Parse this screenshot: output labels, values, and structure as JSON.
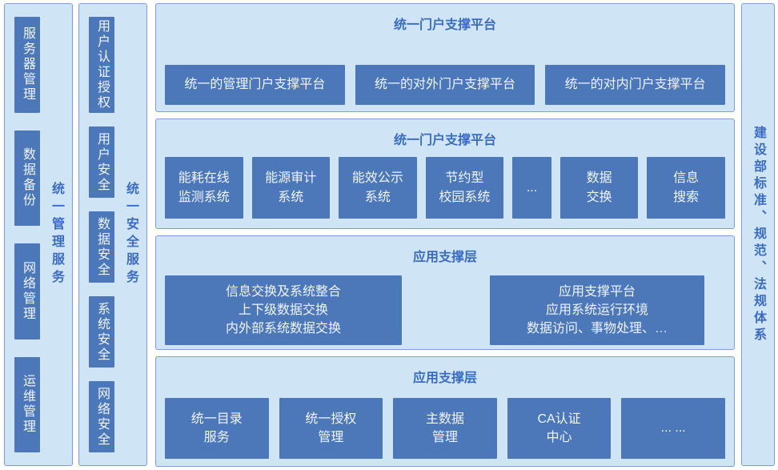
{
  "palette": {
    "page_bg": "#ffffff",
    "panel_bg": "#cfe5f6",
    "panel_border": "#7d9ed8",
    "box_bg": "#4c78ba",
    "box_text": "#eef4fc",
    "accent_text": "#3b6cc0"
  },
  "left_columns": [
    {
      "label": "统一管理服务",
      "boxes": [
        "服务器管理",
        "数据备份",
        "网络管理",
        "运维管理"
      ]
    },
    {
      "label": "统一安全服务",
      "boxes": [
        "用户认证授权",
        "用户安全",
        "数据安全",
        "系统安全",
        "网络安全"
      ]
    }
  ],
  "sections": [
    {
      "title": "统一门户支撑平台",
      "boxes": [
        "统一的管理门户支撑平台",
        "统一的对外门户支撑平台",
        "统一的对内门户支撑平台"
      ]
    },
    {
      "title": "统一门户支撑平台",
      "boxes": [
        "能耗在线\n监测系统",
        "能源审计\n系统",
        "能效公示\n系统",
        "节约型\n校园系统",
        "...",
        "数据\n交换",
        "信息\n搜索"
      ]
    },
    {
      "title": "应用支撑层",
      "boxes": [
        "信息交换及系统整合\n上下级数据交换\n内外部系统数据交换",
        "应用支撑平台\n应用系统运行环境\n数据访问、事物处理、…"
      ]
    },
    {
      "title": "应用支撑层",
      "boxes": [
        "统一目录\n服务",
        "统一授权\n管理",
        "主数据\n管理",
        "CA认证\n中心",
        "... ..."
      ]
    }
  ],
  "right_column": {
    "label": "建设部标准、规范、法规体系"
  }
}
